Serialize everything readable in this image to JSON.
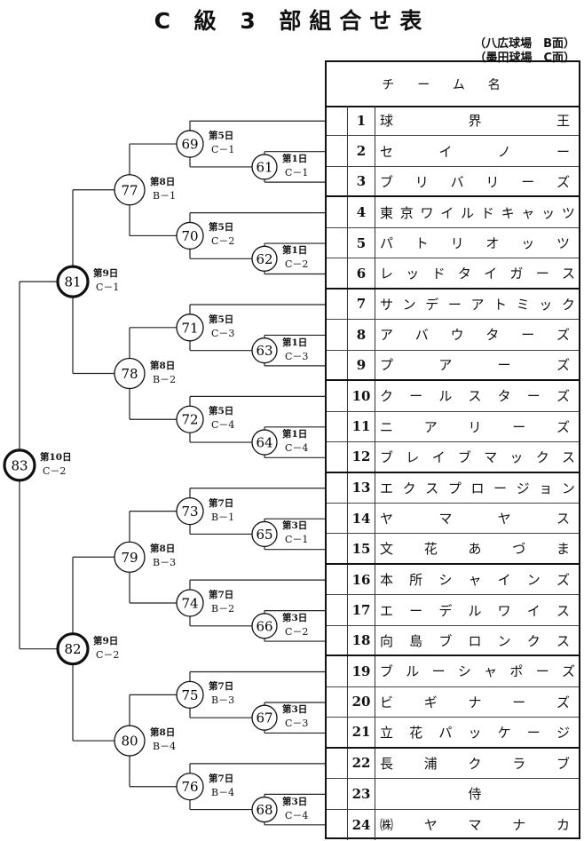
{
  "title": "C 級 3 部組合せ表",
  "venues": [
    "（八広球場　B面）",
    "（墨田球場　C面）"
  ],
  "table": {
    "header": "チーム名",
    "teams": [
      {
        "no": "1",
        "name": "球界王"
      },
      {
        "no": "2",
        "name": "セイノー"
      },
      {
        "no": "3",
        "name": "ブリバリーズ"
      },
      {
        "no": "4",
        "name": "東京ワイルドキャッツ"
      },
      {
        "no": "5",
        "name": "パトリオッツ"
      },
      {
        "no": "6",
        "name": "レッドタイガース"
      },
      {
        "no": "7",
        "name": "サンデーアトミック"
      },
      {
        "no": "8",
        "name": "アバウターズ"
      },
      {
        "no": "9",
        "name": "プアーズ"
      },
      {
        "no": "10",
        "name": "クールスターズ"
      },
      {
        "no": "11",
        "name": "ニアリーズ"
      },
      {
        "no": "12",
        "name": "ブレイブマックス"
      },
      {
        "no": "13",
        "name": "エクスプロージョン"
      },
      {
        "no": "14",
        "name": "ヤマヤス"
      },
      {
        "no": "15",
        "name": "文花あづま"
      },
      {
        "no": "16",
        "name": "本所シャインズ"
      },
      {
        "no": "17",
        "name": "エーデルワイス"
      },
      {
        "no": "18",
        "name": "向島ブロンクス"
      },
      {
        "no": "19",
        "name": "ブルーシャポーズ"
      },
      {
        "no": "20",
        "name": "ビギナーズ"
      },
      {
        "no": "21",
        "name": "立花パッケージ"
      },
      {
        "no": "22",
        "name": "長浦クラブ"
      },
      {
        "no": "23",
        "name": "侍"
      },
      {
        "no": "24",
        "name": "㈱ヤマナカ"
      }
    ]
  },
  "matches": [
    {
      "id": "61",
      "day": "第1日",
      "field": "C－1"
    },
    {
      "id": "62",
      "day": "第1日",
      "field": "C－2"
    },
    {
      "id": "63",
      "day": "第1日",
      "field": "C－3"
    },
    {
      "id": "64",
      "day": "第1日",
      "field": "C－4"
    },
    {
      "id": "65",
      "day": "第3日",
      "field": "C－1"
    },
    {
      "id": "66",
      "day": "第3日",
      "field": "C－2"
    },
    {
      "id": "67",
      "day": "第3日",
      "field": "C－3"
    },
    {
      "id": "68",
      "day": "第3日",
      "field": "C－4"
    },
    {
      "id": "69",
      "day": "第5日",
      "field": "C－1"
    },
    {
      "id": "70",
      "day": "第5日",
      "field": "C－2"
    },
    {
      "id": "71",
      "day": "第5日",
      "field": "C－3"
    },
    {
      "id": "72",
      "day": "第5日",
      "field": "C－4"
    },
    {
      "id": "73",
      "day": "第7日",
      "field": "B－1"
    },
    {
      "id": "74",
      "day": "第7日",
      "field": "B－2"
    },
    {
      "id": "75",
      "day": "第7日",
      "field": "B－3"
    },
    {
      "id": "76",
      "day": "第7日",
      "field": "B－4"
    },
    {
      "id": "77",
      "day": "第8日",
      "field": "B－1"
    },
    {
      "id": "78",
      "day": "第8日",
      "field": "B－2"
    },
    {
      "id": "79",
      "day": "第8日",
      "field": "B－3"
    },
    {
      "id": "80",
      "day": "第8日",
      "field": "B－4"
    },
    {
      "id": "81",
      "day": "第9日",
      "field": "C－1"
    },
    {
      "id": "82",
      "day": "第9日",
      "field": "C－2"
    },
    {
      "id": "83",
      "day": "第10日",
      "field": "C－2"
    }
  ]
}
